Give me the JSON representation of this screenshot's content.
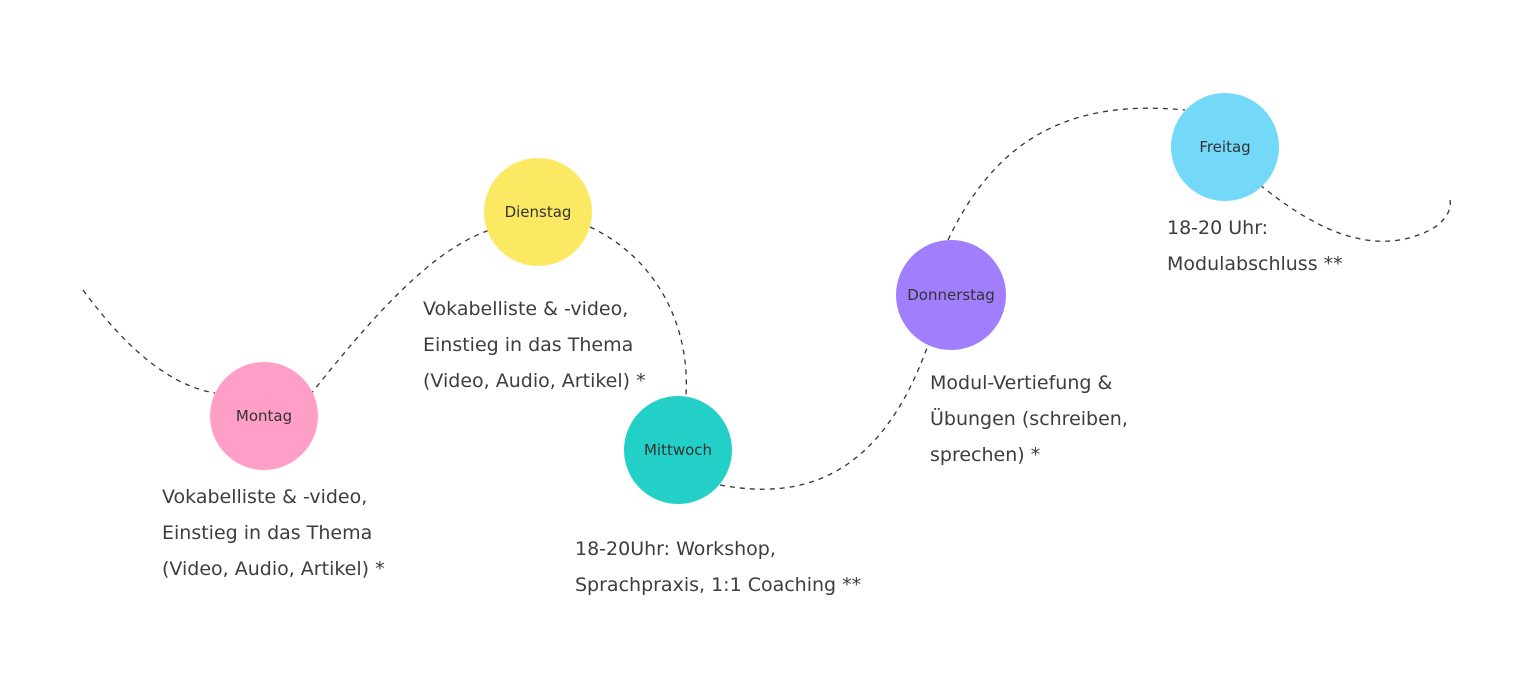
{
  "days": [
    {
      "name": "Montag",
      "color": "#FF9FC8",
      "lines": [
        "Vokabelliste & -video,",
        "Einstieg in das Thema",
        "(Video, Audio, Artikel) *"
      ]
    },
    {
      "name": "Dienstag",
      "color": "#FCE963",
      "lines": [
        "Vokabelliste & -video,",
        "Einstieg in das Thema",
        "(Video, Audio, Artikel) *"
      ]
    },
    {
      "name": "Mittwoch",
      "color": "#23D0C8",
      "lines": [
        "18-20Uhr: Workshop,",
        "Sprachpraxis, 1:1 Coaching **"
      ]
    },
    {
      "name": "Donnerstag",
      "color": "#A17FFC",
      "lines": [
        "Modul-Vertiefung &",
        "Übungen (schreiben,",
        "sprechen) *"
      ]
    },
    {
      "name": "Freitag",
      "color": "#74D9F9",
      "lines": [
        "18-20 Uhr:",
        "Modulabschluss **"
      ]
    }
  ],
  "colors": {
    "path": "#333333",
    "text": "#3d3d3d"
  }
}
